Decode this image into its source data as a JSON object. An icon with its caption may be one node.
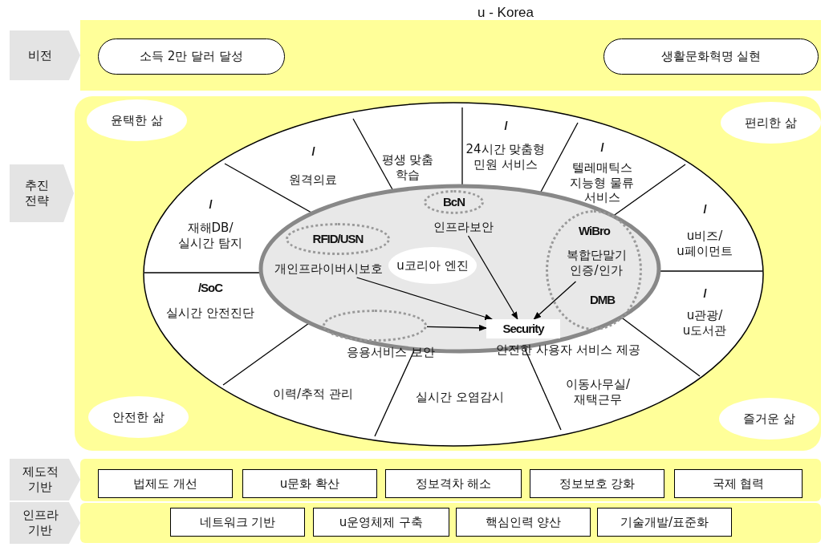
{
  "diagram": {
    "title": "u - Korea",
    "nodes": [
      {
        "text": [
          "비전"
        ]
      },
      {
        "text": [
          "소득 2만 달러 달성"
        ]
      },
      {
        "text": [
          "생활문화혁명 실현"
        ]
      },
      {
        "text": [
          "추진 전략"
        ]
      },
      {
        "text": [
          "윤택한 삶"
        ]
      },
      {
        "text": [
          "편리한 삶"
        ]
      },
      {
        "text": [
          "안전한 삶"
        ]
      },
      {
        "text": [
          "즐거운 삶"
        ]
      },
      {
        "text": [
          "/",
          "원격의료"
        ]
      },
      {
        "text": [
          "평생 맞춤 학습"
        ]
      },
      {
        "text": [
          "/",
          "24시간 맞춤형 민원 서비스"
        ]
      },
      {
        "text": [
          "/",
          "텔레매틱스 지능형 물류 서비스"
        ]
      },
      {
        "text": [
          "/",
          "재해DB/ 실시간 탐지"
        ]
      },
      {
        "text": [
          "/",
          "u비즈/ u페이먼트"
        ]
      },
      {
        "text": [
          "/SoC",
          "실시간 안전진단"
        ]
      },
      {
        "text": [
          "/",
          "u관광/ u도서관"
        ]
      },
      {
        "text": [
          "이력/추적 관리"
        ]
      },
      {
        "text": [
          "실시간 오염감시"
        ]
      },
      {
        "text": [
          "이동사무실/ 재택근무"
        ]
      },
      {
        "text": [
          "u코리아 엔진"
        ]
      },
      {
        "text": [
          "BcN"
        ]
      },
      {
        "text": [
          "인프라보안"
        ]
      },
      {
        "text": [
          "RFID/USN"
        ]
      },
      {
        "text": [
          "개인프라이버시보호"
        ]
      },
      {
        "text": [
          "WiBro",
          "DMB"
        ]
      },
      {
        "text": [
          "복합단말기 인증/인가"
        ],
        "in": 24
      },
      {
        "text": [],
        "shape": "ellipse",
        "beside": [
          "응용서비스 보안"
        ]
      },
      {
        "text": [
          "Security"
        ],
        "beside": [
          "안전한 사용자 서비스 제공"
        ]
      },
      {
        "text": [
          "제도적 기반"
        ]
      },
      {
        "text": [
          "법제도 개선"
        ]
      },
      {
        "text": [
          "u문화 확산"
        ]
      },
      {
        "text": [
          "정보격차 해소"
        ]
      },
      {
        "text": [
          "정보보호 강화"
        ]
      },
      {
        "text": [
          "국제 협력"
        ]
      },
      {
        "text": [
          "인프라 기반"
        ]
      },
      {
        "text": [
          "네트워크 기반"
        ]
      },
      {
        "text": [
          "u운영체제 구축"
        ]
      },
      {
        "text": [
          "핵심인력 양산"
        ]
      },
      {
        "text": [
          "기술개발/표준화"
        ]
      }
    ],
    "edges": [
      {
        "from": 23,
        "to": 27,
        "arrow": "to"
      },
      {
        "from": 26,
        "to": 27,
        "arrow": "to"
      },
      {
        "from": 21,
        "to": 27,
        "arrow": "to"
      },
      {
        "from": 25,
        "to": 27,
        "arrow": "to"
      }
    ]
  }
}
